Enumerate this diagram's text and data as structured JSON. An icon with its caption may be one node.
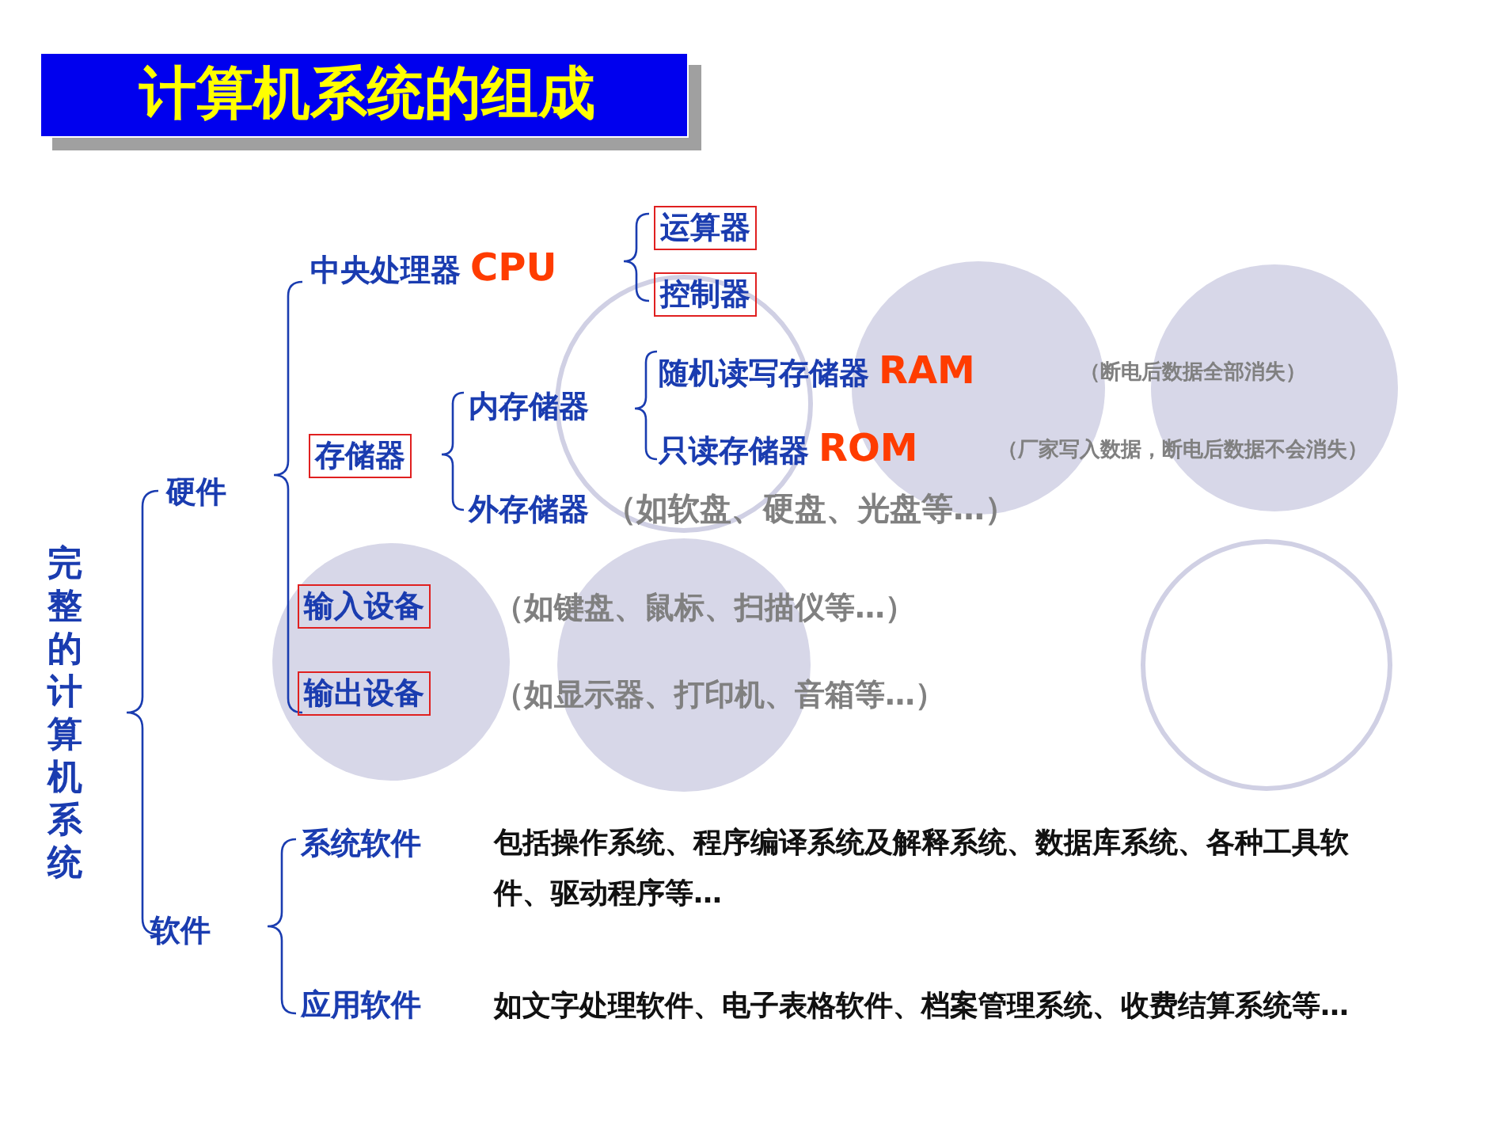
{
  "diagram": {
    "title": "计算机系统的组成",
    "nodes": [
      {
        "text": [
          "完整的计算机系统"
        ]
      },
      {
        "text": [
          "硬件"
        ]
      },
      {
        "text": [
          "软件"
        ]
      },
      {
        "text": [
          "中央处理器",
          "CPU"
        ]
      },
      {
        "text": [
          "存储器"
        ]
      },
      {
        "text": [
          "输入设备"
        ],
        "beside": [
          "（如键盘、鼠标、扫描仪等…）"
        ]
      },
      {
        "text": [
          "输出设备"
        ],
        "beside": [
          "（如显示器、打印机、音箱等…）"
        ]
      },
      {
        "text": [
          "运算器"
        ]
      },
      {
        "text": [
          "控制器"
        ]
      },
      {
        "text": [
          "内存储器"
        ]
      },
      {
        "text": [
          "外存储器"
        ],
        "beside": [
          "（如软盘、硬盘、光盘等…）"
        ]
      },
      {
        "text": [
          "随机读写存储器",
          "RAM"
        ]
      },
      {
        "text": [
          "只读存储器",
          "ROM"
        ]
      },
      {
        "text": [
          "系统软件"
        ],
        "beside": [
          "包括操作系统、程序编译系统及解释系统、数据库系统、各种工具软件、驱动程序等…"
        ]
      },
      {
        "text": [
          "应用软件"
        ],
        "beside": [
          "如文字处理软件、电子表格软件、档案管理系统、收费结算系统等…"
        ]
      }
    ],
    "labels": [
      "（断电后数据全部消失）",
      "（厂家写入数据，断电后数据不会消失）"
    ]
  }
}
